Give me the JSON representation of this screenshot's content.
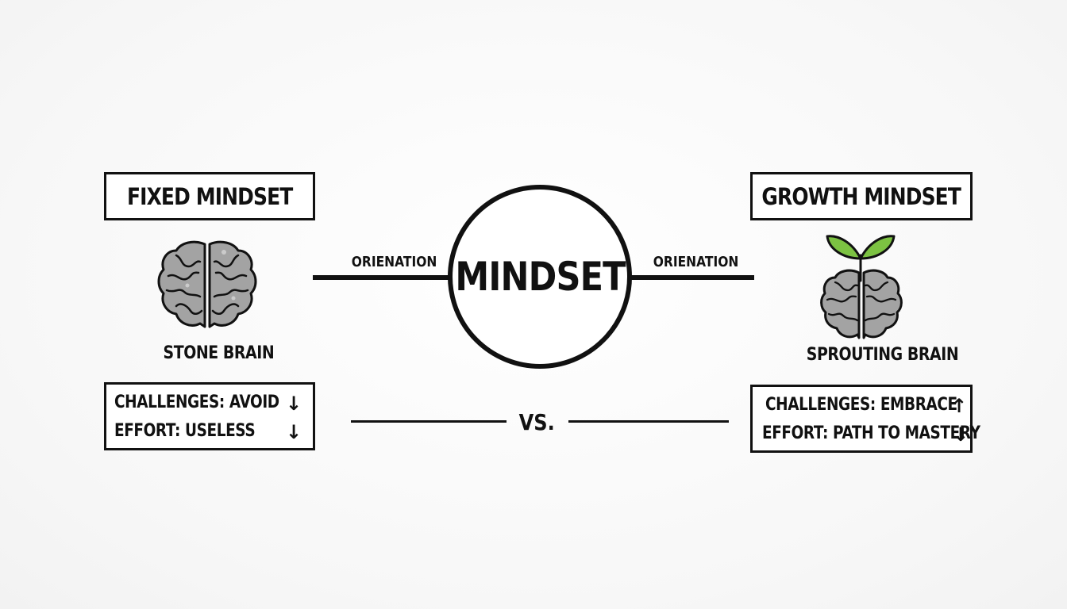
{
  "center": {
    "title": "MINDSET",
    "left_connector_label": "ORIENATION",
    "right_connector_label": "ORIENATION",
    "vs_label": "VS."
  },
  "fixed": {
    "title": "FIXED MINDSET",
    "caption": "STONE BRAIN",
    "icon": "stone-brain-icon",
    "traits": [
      {
        "label": "CHALLENGES: AVOID",
        "arrow": "↓"
      },
      {
        "label": "EFFORT: USELESS",
        "arrow": "↓"
      }
    ]
  },
  "growth": {
    "title": "GROWTH MINDSET",
    "caption": "SPROUTING BRAIN",
    "icon": "sprouting-brain-icon",
    "traits": [
      {
        "label": "CHALLENGES: EMBRACE",
        "arrow": "↑"
      },
      {
        "label": "EFFORT: PATH TO MASTERY",
        "arrow": "↓"
      }
    ]
  },
  "colors": {
    "ink": "#111111",
    "brain_gray": "#9a9a9a",
    "sprout_green": "#7cc242"
  }
}
